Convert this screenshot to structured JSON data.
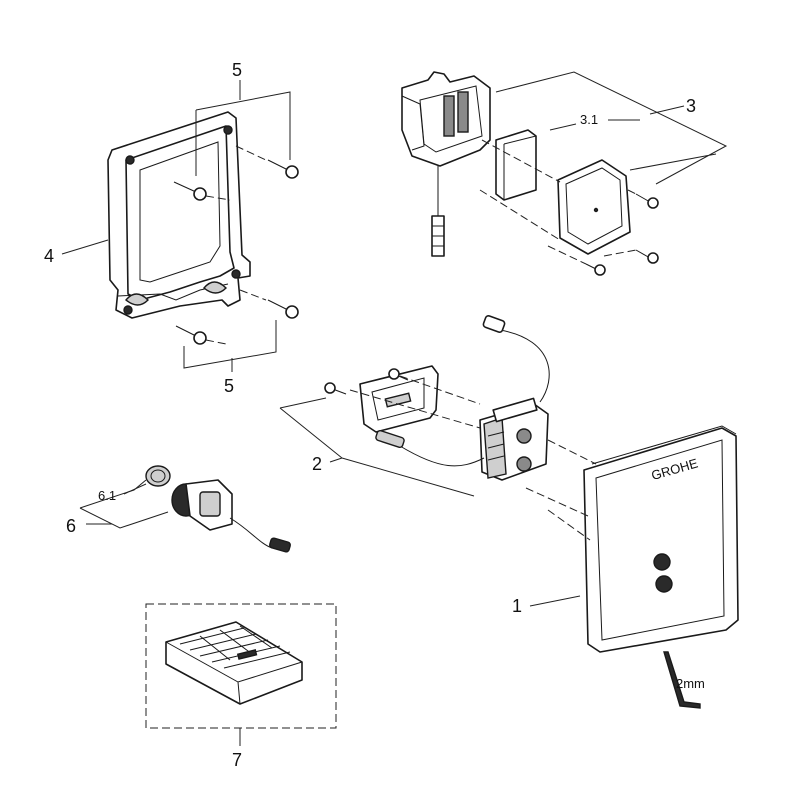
{
  "callouts": {
    "c1": "1",
    "c2": "2",
    "c3": "3",
    "c3_1": "3.1",
    "c4": "4",
    "c5_top": "5",
    "c5_bottom": "5",
    "c6": "6",
    "c6_1": "6.1",
    "c7": "7"
  },
  "cover_brand": "GROHE",
  "hex_key_label": "2mm"
}
